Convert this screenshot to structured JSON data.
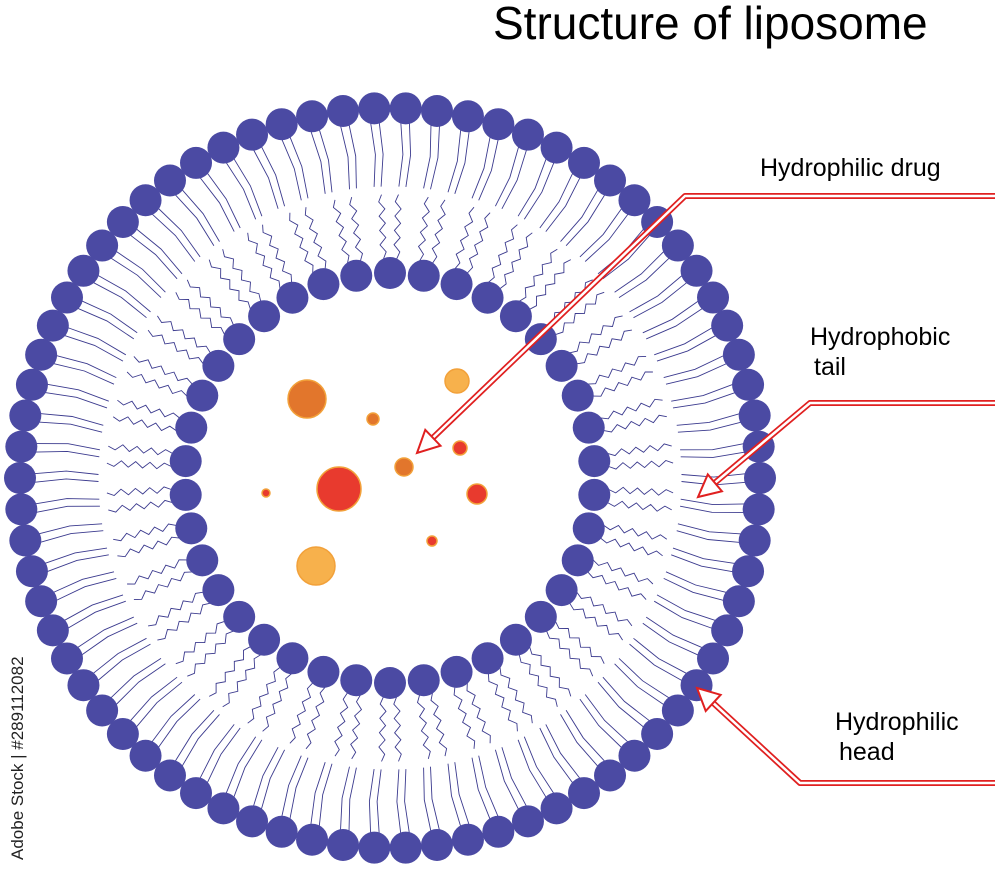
{
  "title": "Structure of liposome",
  "labels": {
    "hydrophilic_drug": "Hydrophilic drug",
    "hydrophobic_tail_line1": "Hydrophobic",
    "hydrophobic_tail_line2": "tail",
    "hydrophilic_head_line1": "Hydrophilic",
    "hydrophilic_head_line2": "head"
  },
  "watermark": "Adobe Stock | #289112082",
  "colors": {
    "head": "#4b4aa3",
    "tail": "#3b3a8e",
    "arrow": "#e02020",
    "drug_red": "#e83a2e",
    "drug_orange": "#e2762c",
    "drug_yellow": "#f7b14c"
  }
}
